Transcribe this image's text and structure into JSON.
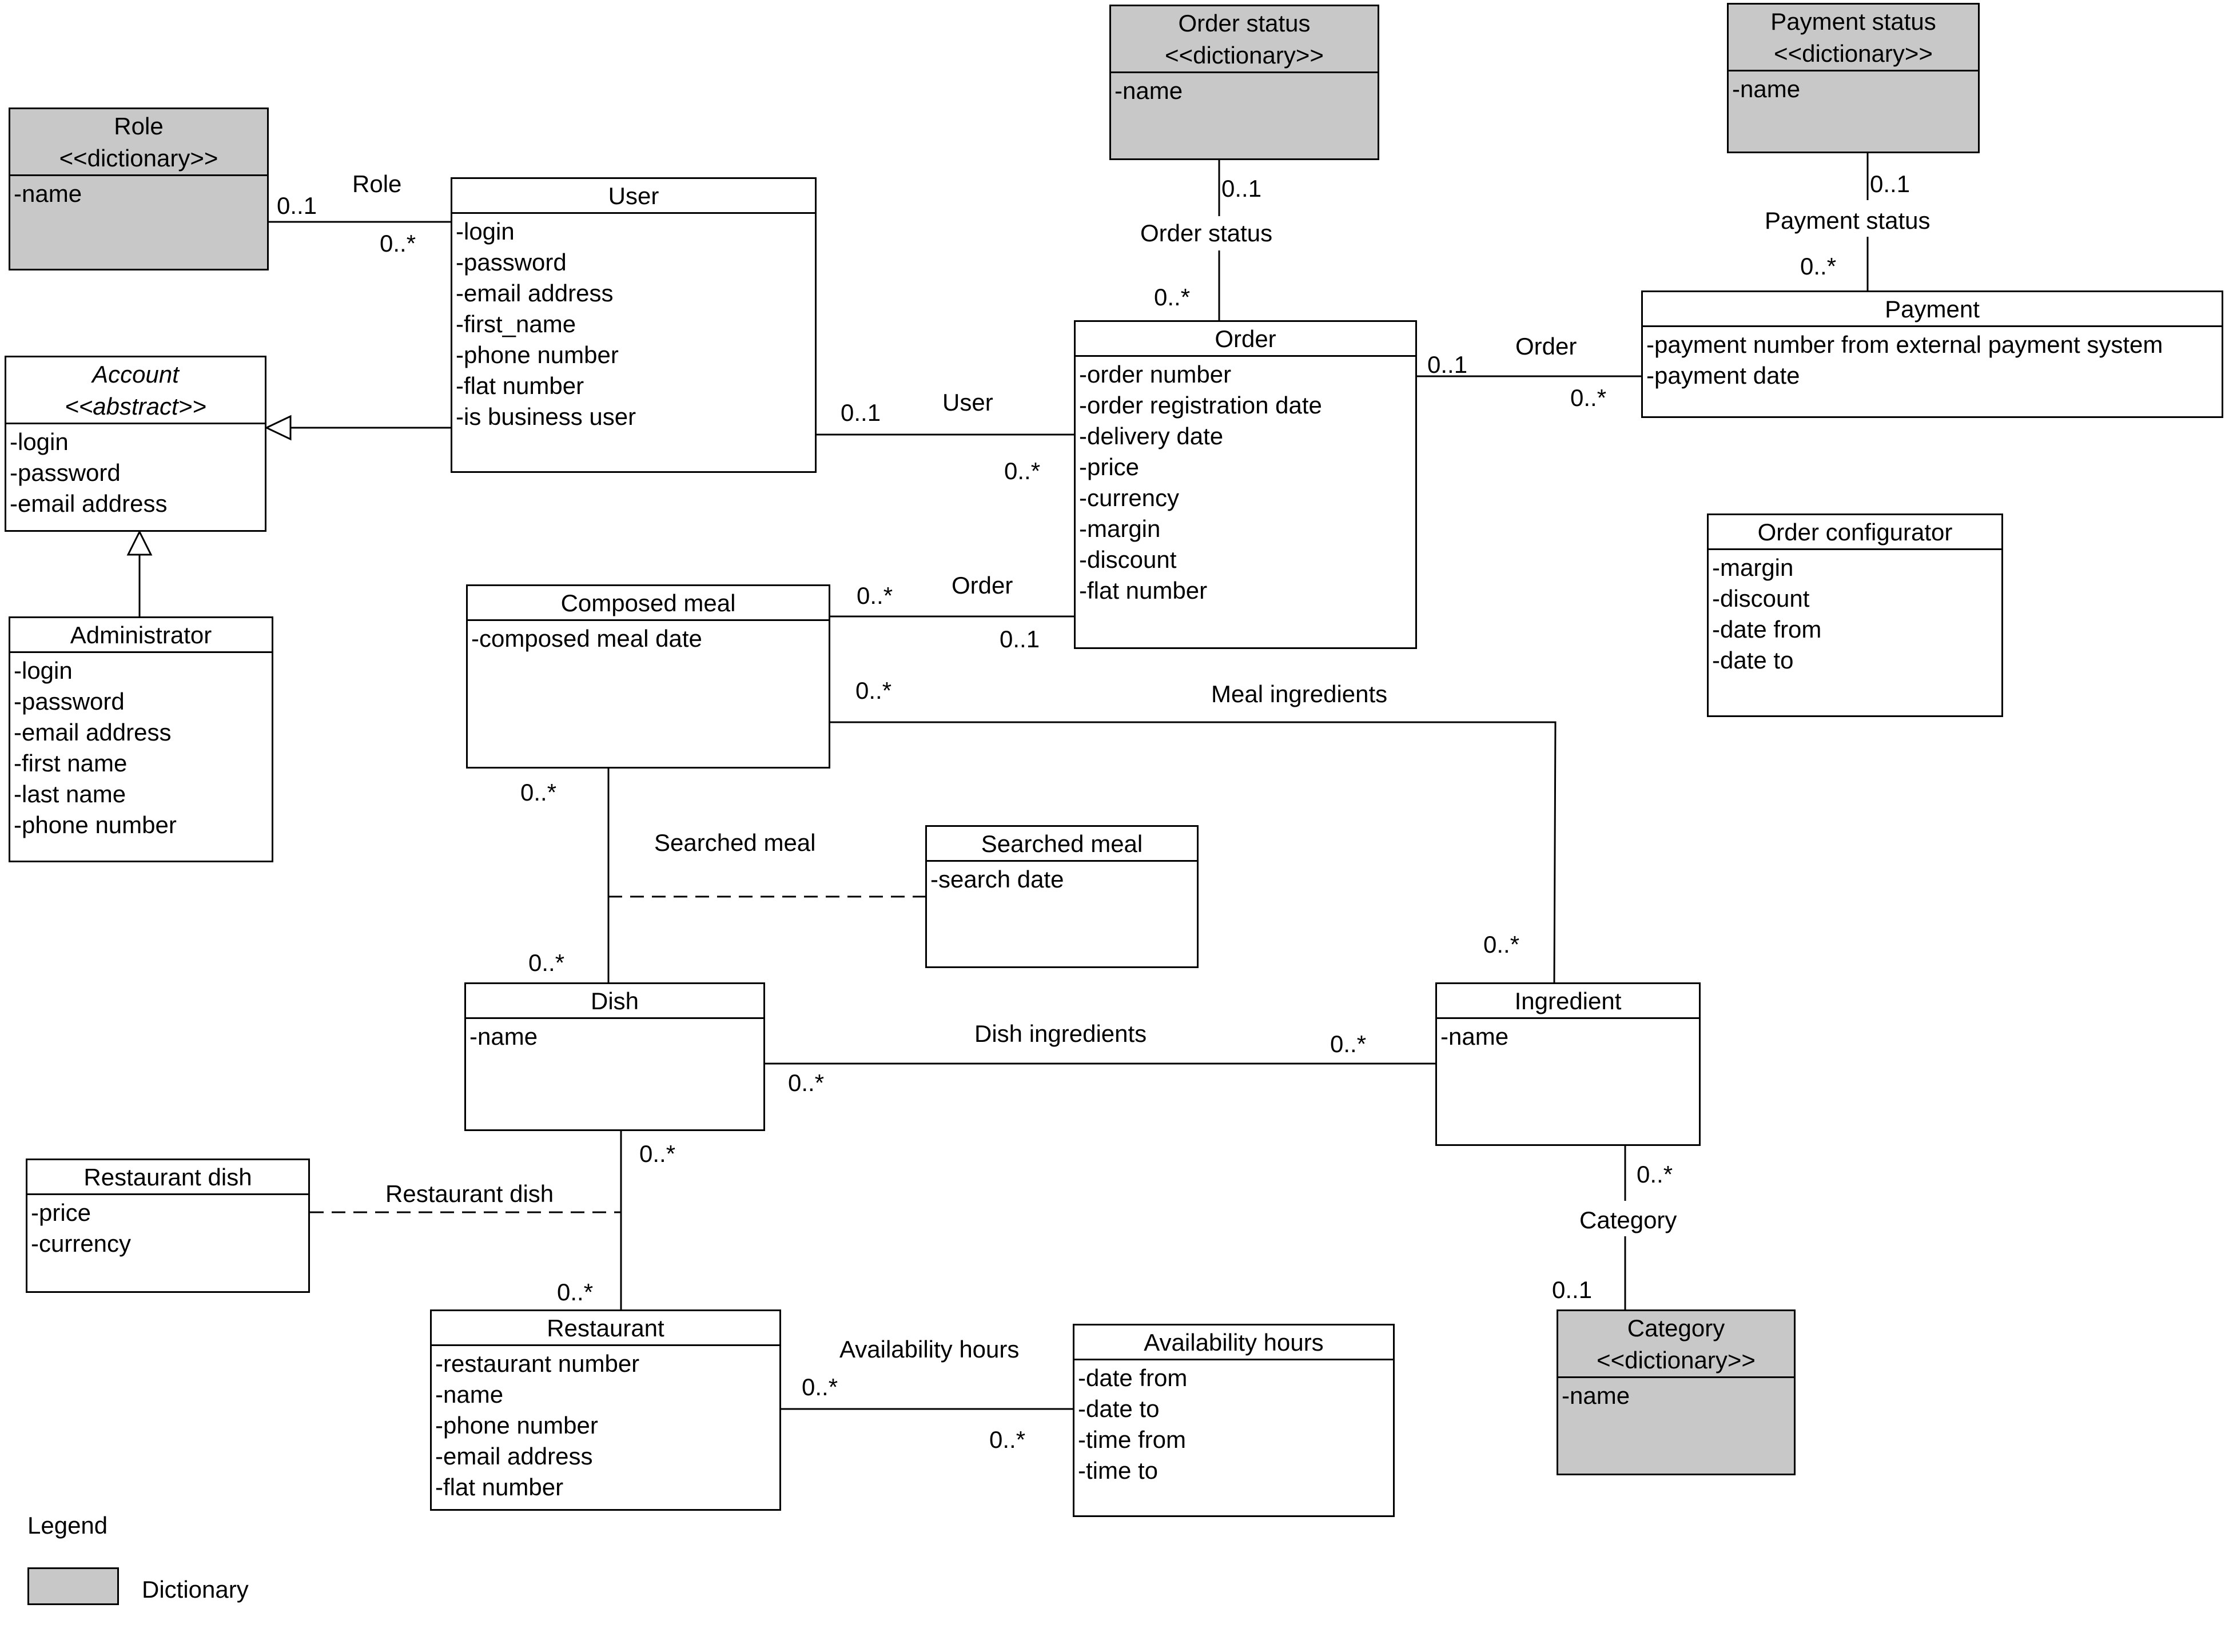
{
  "classes": {
    "role": {
      "name": "Role",
      "stereotype": "<<dictionary>>",
      "attributes": [
        "-name"
      ]
    },
    "account": {
      "name": "Account",
      "stereotype": "<<abstract>>",
      "attributes": [
        "-login",
        "-password",
        "-email address"
      ]
    },
    "administrator": {
      "name": "Administrator",
      "attributes": [
        "-login",
        "-password",
        "-email address",
        "-first name",
        "-last name",
        "-phone number"
      ]
    },
    "user": {
      "name": "User",
      "attributes": [
        "-login",
        "-password",
        "-email address",
        "-first_name",
        "-phone number",
        "-flat number",
        "-is business user"
      ]
    },
    "order_status": {
      "name": "Order status",
      "stereotype": "<<dictionary>>",
      "attributes": [
        "-name"
      ]
    },
    "payment_status": {
      "name": "Payment status",
      "stereotype": "<<dictionary>>",
      "attributes": [
        "-name"
      ]
    },
    "order": {
      "name": "Order",
      "attributes": [
        "-order number",
        "-order registration date",
        "-delivery date",
        "-price",
        "-currency",
        "-margin",
        "-discount",
        "-flat number"
      ]
    },
    "payment": {
      "name": "Payment",
      "attributes": [
        "-payment number from external payment system",
        "-payment date"
      ]
    },
    "order_configurator": {
      "name": "Order configurator",
      "attributes": [
        "-margin",
        "-discount",
        "-date from",
        "-date to"
      ]
    },
    "composed_meal": {
      "name": "Composed meal",
      "attributes": [
        "-composed meal date"
      ]
    },
    "searched_meal": {
      "name": "Searched meal",
      "attributes": [
        "-search date"
      ]
    },
    "dish": {
      "name": "Dish",
      "attributes": [
        "-name"
      ]
    },
    "ingredient": {
      "name": "Ingredient",
      "attributes": [
        "-name"
      ]
    },
    "restaurant_dish": {
      "name": "Restaurant dish",
      "attributes": [
        "-price",
        "-currency"
      ]
    },
    "restaurant": {
      "name": "Restaurant",
      "attributes": [
        "-restaurant number",
        "-name",
        "-phone number",
        "-email address",
        "-flat number"
      ]
    },
    "availability_hours": {
      "name": "Availability hours",
      "attributes": [
        "-date from",
        "-date to",
        "-time from",
        "-time to"
      ]
    },
    "category": {
      "name": "Category",
      "stereotype": "<<dictionary>>",
      "attributes": [
        "-name"
      ]
    }
  },
  "associations": {
    "role_user": {
      "name": "Role",
      "role_end": "0..1",
      "user_end": "0..*"
    },
    "user_order": {
      "name": "User",
      "user_end": "0..1",
      "order_end": "0..*"
    },
    "order_status": {
      "name": "Order status",
      "status_end": "0..1",
      "order_end": "0..*"
    },
    "order_payment": {
      "name": "Order",
      "order_end": "0..1",
      "payment_end": "0..*"
    },
    "payment_status": {
      "name": "Payment status",
      "status_end": "0..1",
      "payment_end": "0..*"
    },
    "meal_order": {
      "name": "Order",
      "meal_end": "0..*",
      "order_end": "0..1"
    },
    "meal_ingredients": {
      "name": "Meal ingredients",
      "meal_end": "0..*",
      "ingredient_end": "0..*"
    },
    "searched_meal": {
      "name": "Searched meal",
      "meal_end": "0..*",
      "dish_end": "0..*"
    },
    "dish_ingredients": {
      "name": "Dish ingredients",
      "dish_end": "0..*",
      "ingredient_end": "0..*"
    },
    "restaurant_dish": {
      "name": "Restaurant dish",
      "dish_end": "0..*",
      "restaurant_end": "0..*"
    },
    "availability_hours": {
      "name": "Availability hours",
      "restaurant_end": "0..*",
      "hours_end": "0..*"
    },
    "category": {
      "name": "Category",
      "ingredient_end": "0..*",
      "category_end": "0..1"
    }
  },
  "legend": {
    "title": "Legend",
    "dictionary_label": "Dictionary",
    "dictionary_color": "#c8c8c8"
  },
  "colors": {
    "dictionary_fill": "#c8c8c8",
    "line": "#000000",
    "background": "#ffffff"
  }
}
